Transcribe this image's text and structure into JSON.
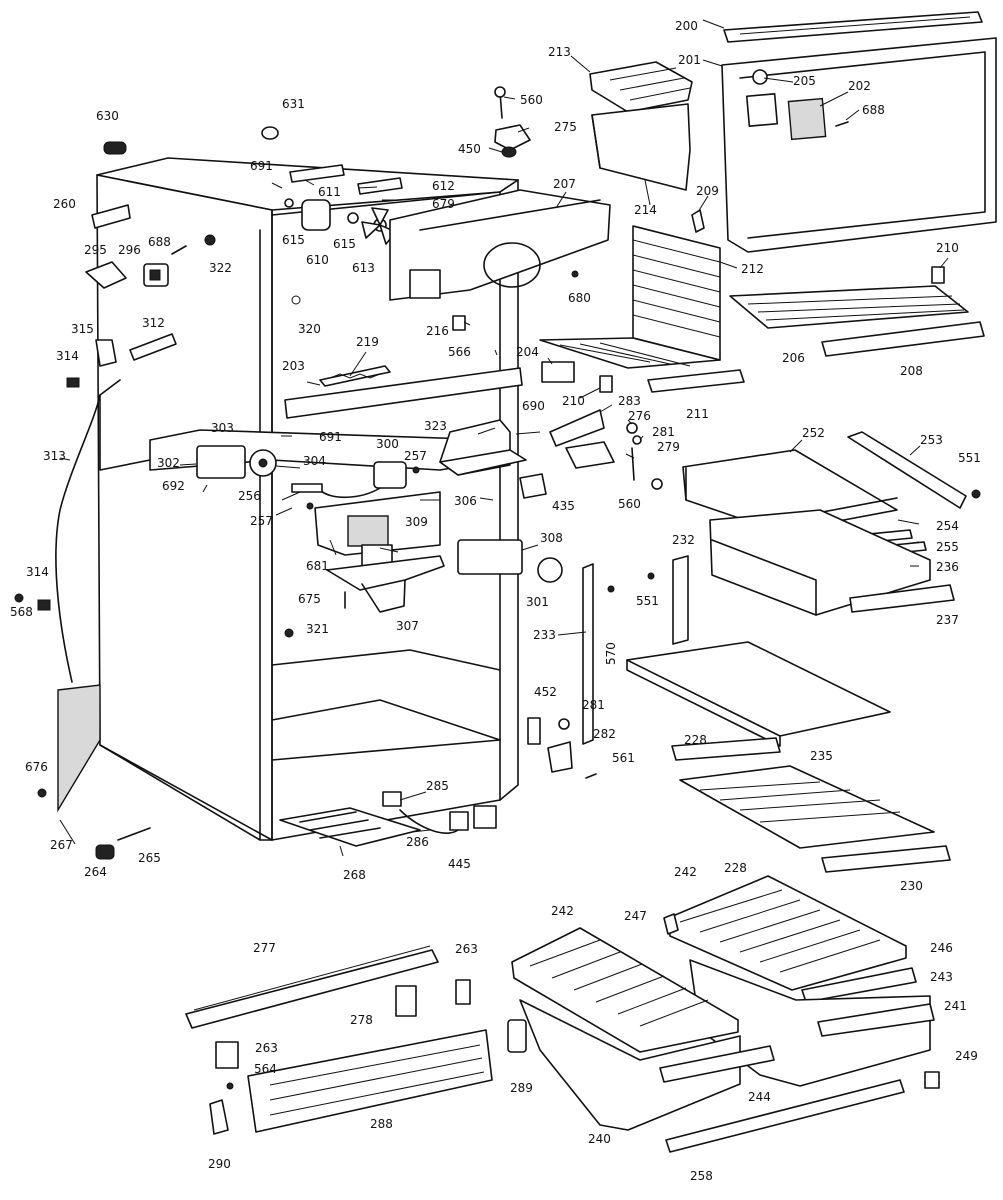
{
  "part_labels": [
    "200",
    "201",
    "202",
    "203",
    "204",
    "205",
    "206",
    "207",
    "208",
    "209",
    "210",
    "211",
    "212",
    "213",
    "214",
    "216",
    "219",
    "228",
    "230",
    "232",
    "233",
    "235",
    "236",
    "237",
    "240",
    "241",
    "242",
    "243",
    "244",
    "246",
    "247",
    "249",
    "252",
    "253",
    "254",
    "255",
    "256",
    "257",
    "258",
    "260",
    "263",
    "264",
    "265",
    "267",
    "268",
    "275",
    "276",
    "277",
    "278",
    "279",
    "281",
    "282",
    "283",
    "285",
    "286",
    "288",
    "289",
    "290",
    "295",
    "296",
    "300",
    "301",
    "302",
    "303",
    "304",
    "306",
    "307",
    "308",
    "309",
    "312",
    "313",
    "314",
    "315",
    "320",
    "321",
    "322",
    "323",
    "435",
    "445",
    "450",
    "452",
    "551",
    "560",
    "561",
    "564",
    "566",
    "568",
    "570",
    "610",
    "611",
    "612",
    "613",
    "615",
    "630",
    "631",
    "675",
    "676",
    "679",
    "680",
    "681",
    "688",
    "690",
    "691",
    "692"
  ]
}
